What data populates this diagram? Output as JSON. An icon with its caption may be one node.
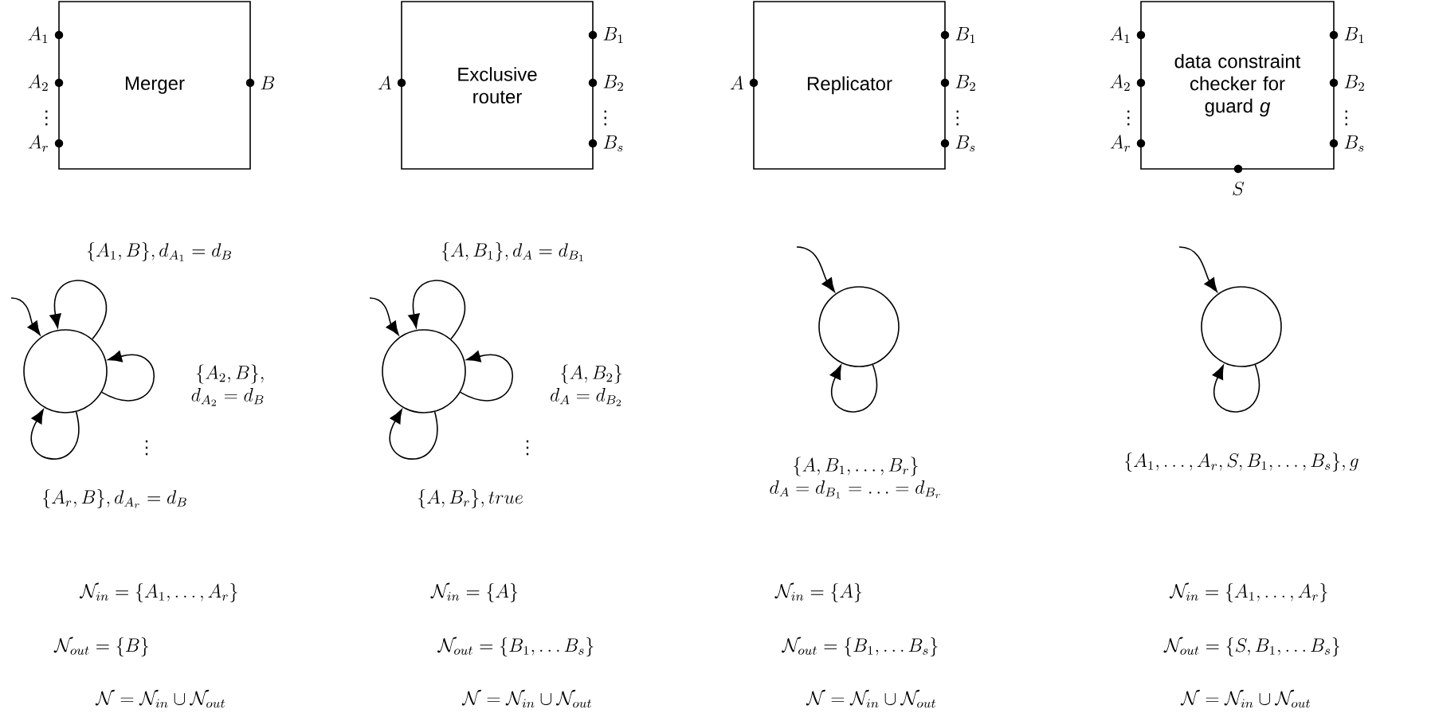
{
  "diagram": {
    "nodes": [
      {
        "text": [
          "Merger"
        ],
        "beside": [
          "A_1",
          "A_2",
          "\\vdots",
          "A_r",
          "B"
        ]
      },
      {
        "text": [
          "Exclusive router"
        ],
        "beside": [
          "A",
          "B_1",
          "B_2",
          "\\vdots",
          "B_s"
        ]
      },
      {
        "text": [
          "Replicator"
        ],
        "beside": [
          "A",
          "B_1",
          "B_2",
          "\\vdots",
          "B_s"
        ]
      },
      {
        "text": [
          "data constraint checker for guard *g*"
        ],
        "beside": [
          "A_1",
          "A_2",
          "\\vdots",
          "A_r",
          "B_1",
          "B_2",
          "\\vdots",
          "B_s",
          "S"
        ]
      },
      {
        "text": [],
        "shape": "circle"
      },
      {
        "text": [],
        "shape": "circle"
      },
      {
        "text": [],
        "shape": "circle"
      },
      {
        "text": [],
        "shape": "circle"
      }
    ],
    "edges": [
      {
        "from": null,
        "to": 4,
        "arrow": "to"
      },
      {
        "from": 4,
        "to": 4,
        "arrow": "to",
        "label": "\\{A_1, B\\}, d_{A_1} = d_B"
      },
      {
        "from": 4,
        "to": 4,
        "arrow": "to",
        "label": "\\begin{array}{@{}r@{}}\\{A_2, B\\},\\\\ d_{A_2} = d_B\\end{array}"
      },
      {
        "from": 4,
        "to": 4,
        "arrow": "to",
        "label": "\\{A_r, B\\}, d_{A_r} = d_B"
      },
      {
        "from": null,
        "to": 5,
        "arrow": "to"
      },
      {
        "from": 5,
        "to": 5,
        "arrow": "to",
        "label": "\\{A, B_1\\}, d_A = d_{B_1}"
      },
      {
        "from": 5,
        "to": 5,
        "arrow": "to",
        "label": "\\begin{array}{@{}r@{}}\\{A, B_2\\}\\\\ d_A = d_{B_2}\\end{array}"
      },
      {
        "from": 5,
        "to": 5,
        "arrow": "to",
        "label": "\\{A, B_r\\}, true"
      },
      {
        "from": null,
        "to": 6,
        "arrow": "to"
      },
      {
        "from": 6,
        "to": 6,
        "arrow": "to",
        "label": "\\begin{array}{@{}c@{}}\\{A, B_1, \\ldots, B_r\\}\\\\ d_A = d_{B_1} = \\ldots = d_{B_r}\\end{array}"
      },
      {
        "from": null,
        "to": 7,
        "arrow": "to"
      },
      {
        "from": 7,
        "to": 7,
        "arrow": "to",
        "label": "\\{A_1, \\ldots, A_r, S, B_1, \\ldots, B_s\\}, g"
      }
    ],
    "labels": [
      "\\vdots",
      "\\vdots",
      "\\mathcal{N}_{in} = \\{A_1, \\ldots, A_r\\}",
      "\\mathcal{N}_{in} = \\{A\\}",
      "\\mathcal{N}_{in} = \\{A\\}",
      "\\mathcal{N}_{in} = \\{A_1, \\ldots, A_r\\}",
      "\\mathcal{N}_{out} = \\{B\\}",
      "\\mathcal{N}_{out} = \\{B_1, \\ldots B_s\\}",
      "\\mathcal{N}_{out} = \\{B_1, \\ldots B_s\\}",
      "\\mathcal{N}_{out} = \\{S, B_1, \\ldots B_s\\}",
      "\\mathcal{N} = \\mathcal{N}_{in} \\cup \\mathcal{N}_{out}",
      "\\mathcal{N} = \\mathcal{N}_{in} \\cup \\mathcal{N}_{out}",
      "\\mathcal{N} = \\mathcal{N}_{in} \\cup \\mathcal{N}_{out}",
      "\\mathcal{N} = \\mathcal{N}_{in} \\cup \\mathcal{N}_{out}"
    ]
  }
}
